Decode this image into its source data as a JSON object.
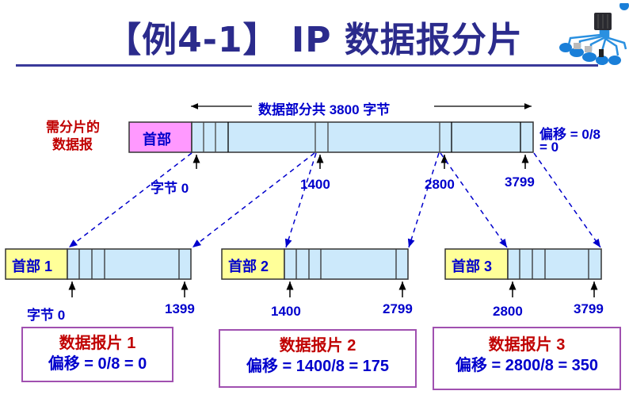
{
  "title": "【例4-1】 IP 数据报分片",
  "logo_icon": "network-diagram-icon",
  "original": {
    "side_label_line1": "需分片的",
    "side_label_line2": "数据报",
    "header_label": "首部",
    "span_label": "数据部分共 3800 字节",
    "offset_line1": "偏移 = 0/8",
    "offset_line2": "= 0",
    "byte_labels": [
      "字节 0",
      "1400",
      "2800",
      "3799"
    ]
  },
  "fragments": [
    {
      "header_label": "首部 1",
      "start_label": "字节 0",
      "end_label": "1399",
      "box_title": "数据报片 1",
      "box_offset": "偏移 = 0/8 = 0"
    },
    {
      "header_label": "首部 2",
      "start_label": "1400",
      "end_label": "2799",
      "box_title": "数据报片 2",
      "box_offset": "偏移 = 1400/8 = 175"
    },
    {
      "header_label": "首部 3",
      "start_label": "2800",
      "end_label": "3799",
      "box_title": "数据报片 3",
      "box_offset": "偏移 = 2800/8 = 350"
    }
  ],
  "colors": {
    "title": "#2b2b8c",
    "label_blue": "#0000cc",
    "label_red": "#c00000",
    "original_header_fill": "#ff99ff",
    "fragment_header_fill": "#ffff99",
    "data_fill": "#cce9fb",
    "box_border": "#a050b0",
    "dashed_line": "#0000cc"
  }
}
